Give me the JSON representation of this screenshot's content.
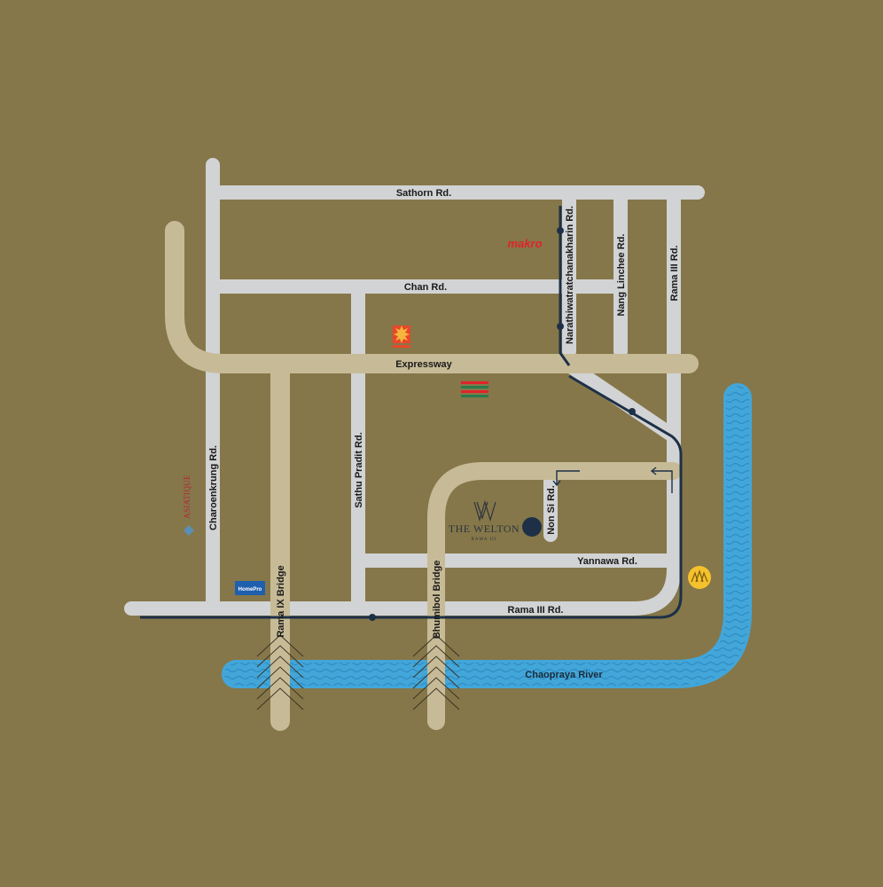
{
  "roads": {
    "sathorn": "Sathorn Rd.",
    "chan": "Chan Rd.",
    "expressway": "Expressway",
    "charoenkrung": "Charoenkrung Rd.",
    "sathu_pradit": "Sathu Pradit Rd.",
    "narathiwat": "Narathiwatratchanakharin Rd.",
    "nang_linchee": "Nang Linchee Rd.",
    "rama3": "Rama III Rd.",
    "rama3_vertical": "Rama III Rd.",
    "non_si": "Non Si Rd.",
    "yannawa": "Yannawa Rd.",
    "rama9_bridge": "Rama IX Bridge",
    "bhumibol_bridge": "Bhumibol Bridge"
  },
  "river": {
    "name": "Chaopraya River"
  },
  "landmarks": {
    "welton_title": "THE WELTON",
    "welton_sub": "RAMA III",
    "makro": "makro",
    "asiatique": "ASIATIQUE",
    "homepro": "HomePro"
  },
  "colors": {
    "background": "#857749",
    "road": "#d2d3d5",
    "expressway": "#c7bb97",
    "river": "#42a6d9",
    "transit_line": "#1d3047"
  }
}
